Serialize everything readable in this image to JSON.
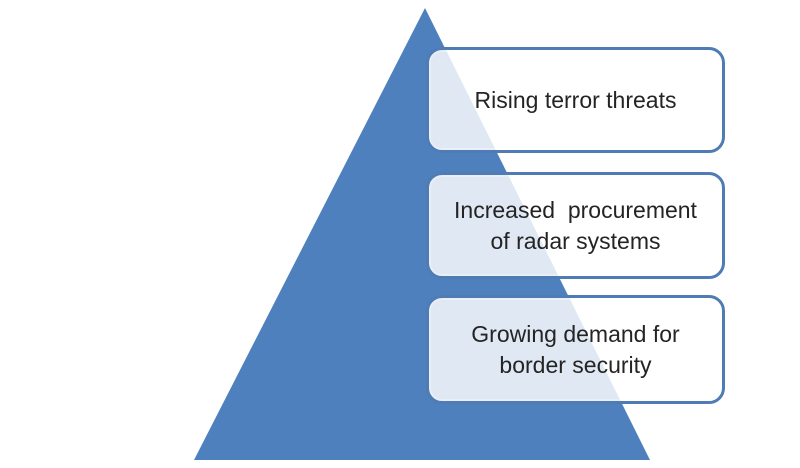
{
  "diagram": {
    "type": "pyramid-with-callouts",
    "description": "Market drivers pyramid",
    "colors": {
      "triangle": "#4e80bd",
      "box_border": "#4f7cb4",
      "box_fill": "rgba(255,255,255,0.82)",
      "text": "#242424",
      "background": "#ffffff"
    },
    "items": [
      {
        "label": "Rising terror threats"
      },
      {
        "label": "Increased  procurement\nof radar systems"
      },
      {
        "label": "Growing demand for\nborder security"
      }
    ]
  }
}
